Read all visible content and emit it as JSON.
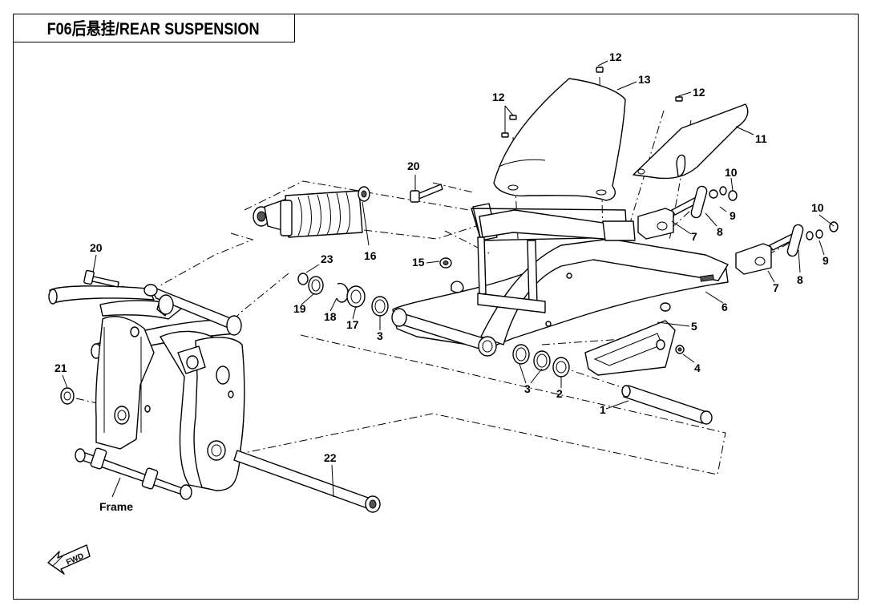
{
  "title": "F06后悬挂/REAR SUSPENSION",
  "frame_label": "Frame",
  "fwd_label": "FWD",
  "callouts": {
    "c1": "1",
    "c2": "2",
    "c3a": "3",
    "c3b": "3",
    "c4": "4",
    "c5": "5",
    "c6": "6",
    "c7a": "7",
    "c7b": "7",
    "c8a": "8",
    "c8b": "8",
    "c9a": "9",
    "c9b": "9",
    "c10a": "10",
    "c10b": "10",
    "c11": "11",
    "c12a": "12",
    "c12b": "12",
    "c12c": "12",
    "c13": "13",
    "c15": "15",
    "c16": "16",
    "c17": "17",
    "c18": "18",
    "c19": "19",
    "c20a": "20",
    "c20b": "20",
    "c21": "21",
    "c22": "22",
    "c23": "23"
  }
}
